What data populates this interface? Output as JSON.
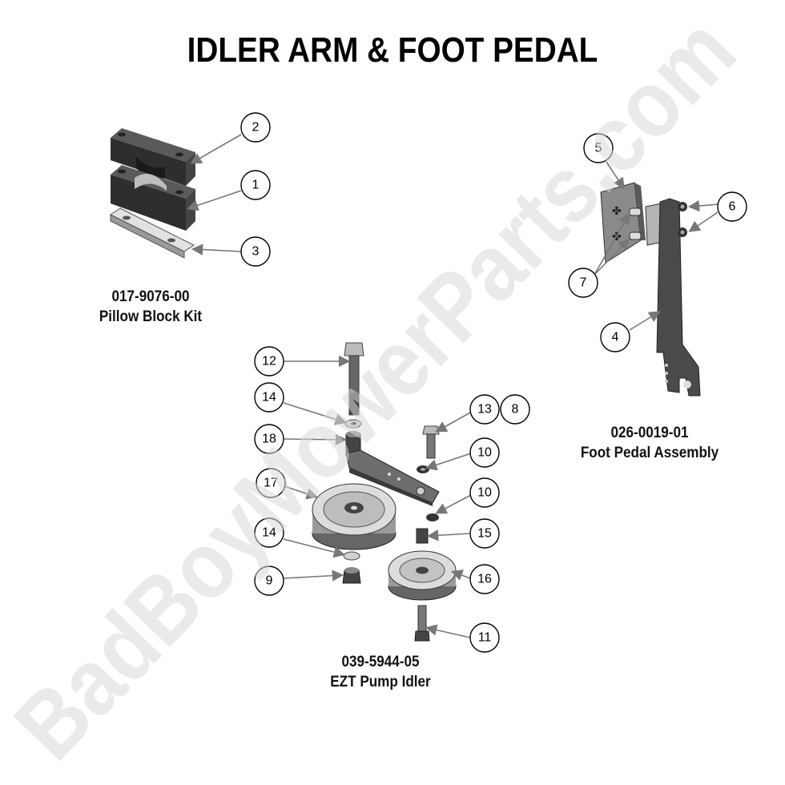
{
  "title": "IDLER ARM & FOOT PEDAL",
  "watermark": "BadBoyMowerParts.com",
  "assemblies": [
    {
      "part_number": "017-9076-00",
      "name": "Pillow Block Kit"
    },
    {
      "part_number": "026-0019-01",
      "name": "Foot Pedal Assembly"
    },
    {
      "part_number": "039-5944-05",
      "name": "EZT Pump Idler"
    }
  ],
  "callouts": [
    "2",
    "1",
    "3",
    "5",
    "6",
    "7",
    "4",
    "12",
    "14",
    "18",
    "13",
    "8",
    "10",
    "10",
    "17",
    "15",
    "14",
    "16",
    "9",
    "11"
  ],
  "colors": {
    "part_dark": "#3a3a3a",
    "part_mid": "#8c8c8c",
    "part_light": "#d6d6d6",
    "leader": "#777777",
    "watermark": "#d9d9d9"
  }
}
